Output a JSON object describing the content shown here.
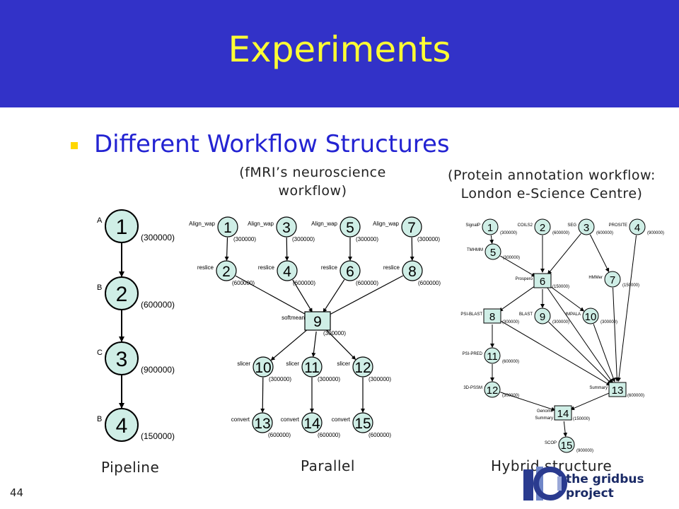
{
  "title": "Experiments",
  "bullet": "Different Workflow Structures",
  "captions": {
    "fmri_line1": "(fMRI’s neuroscience",
    "fmri_line2": "workflow)",
    "protein_line1": "(Protein annotation workflow:",
    "protein_line2": "London e-Science Centre)"
  },
  "labels": {
    "pipeline": "Pipeline",
    "parallel": "Parallel",
    "hybrid": "Hybrid structure"
  },
  "page_number": "44",
  "logo_text": "the gridbus project",
  "colors": {
    "header": "#3232c8",
    "title": "#ffff33",
    "bullet_text": "#2323d2",
    "bullet_square": "#ffd700",
    "node_fill": "#cfeee6"
  },
  "pipeline": {
    "nodes": [
      {
        "id": "1",
        "tag": "A",
        "size": "(300000)"
      },
      {
        "id": "2",
        "tag": "B",
        "size": "(600000)"
      },
      {
        "id": "3",
        "tag": "C",
        "size": "(900000)"
      },
      {
        "id": "4",
        "tag": "B",
        "size": "(150000)"
      }
    ]
  },
  "parallel": {
    "nodes": [
      {
        "id": "1",
        "name": "Align_wap",
        "size": "(300000)"
      },
      {
        "id": "3",
        "name": "Align_wap",
        "size": "(300000)"
      },
      {
        "id": "5",
        "name": "Align_wap",
        "size": "(300000)"
      },
      {
        "id": "7",
        "name": "Align_wap",
        "size": "(300000)"
      },
      {
        "id": "2",
        "name": "reslice",
        "size": "(600000)"
      },
      {
        "id": "4",
        "name": "reslice",
        "size": "(600000)"
      },
      {
        "id": "6",
        "name": "reslice",
        "size": "(600000)"
      },
      {
        "id": "8",
        "name": "reslice",
        "size": "(600000)"
      },
      {
        "id": "9",
        "name": "softmean",
        "size": "(300000)"
      },
      {
        "id": "10",
        "name": "slicer",
        "size": "(300000)"
      },
      {
        "id": "11",
        "name": "slicer",
        "size": "(300000)"
      },
      {
        "id": "12",
        "name": "slicer",
        "size": "(300000)"
      },
      {
        "id": "13",
        "name": "convert",
        "size": "(600000)"
      },
      {
        "id": "14",
        "name": "convert",
        "size": "(600000)"
      },
      {
        "id": "15",
        "name": "convert",
        "size": "(600000)"
      }
    ]
  },
  "hybrid": {
    "nodes": [
      {
        "id": "1",
        "name": "SignalP",
        "size": "(300000)"
      },
      {
        "id": "2",
        "name": "COILS2",
        "size": "(600000)"
      },
      {
        "id": "3",
        "name": "SEG",
        "size": "(600000)"
      },
      {
        "id": "4",
        "name": "PROSITE",
        "size": "(900000)"
      },
      {
        "id": "5",
        "name": "TMHMM",
        "size": "(300000)"
      },
      {
        "id": "6",
        "name": "Prospero",
        "size": "(150000)"
      },
      {
        "id": "7",
        "name": "HMMer",
        "size": "(150000)"
      },
      {
        "id": "8",
        "name": "PSI-BLAST",
        "size": "(300000)"
      },
      {
        "id": "9",
        "name": "BLAST",
        "size": "(300000)"
      },
      {
        "id": "10",
        "name": "IMPALA",
        "size": "(300000)"
      },
      {
        "id": "11",
        "name": "PSI-PRED",
        "size": "(600000)"
      },
      {
        "id": "12",
        "name": "3D-PSSM",
        "size": "(300000)"
      },
      {
        "id": "13",
        "name": "Summary",
        "size": "(600000)"
      },
      {
        "id": "14",
        "name": "Genome Summary",
        "size": "(150000)"
      },
      {
        "id": "15",
        "name": "SCOP",
        "size": "(900000)"
      }
    ]
  }
}
